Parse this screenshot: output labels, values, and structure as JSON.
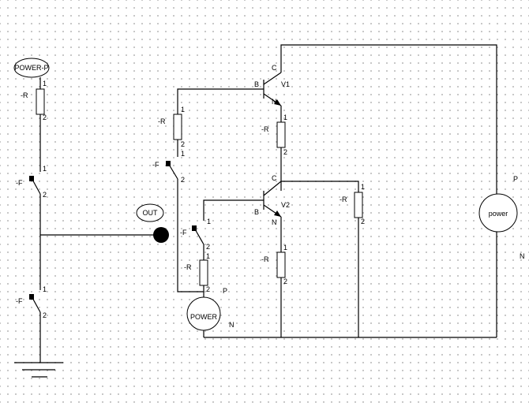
{
  "labels": {
    "power_p": "POWER-P",
    "out": "OUT",
    "power_main": "POWER",
    "power_right": "power",
    "resistor": "-R",
    "switch": "-F",
    "pin1": "1",
    "pin2": "2",
    "base": "B",
    "collector": "C",
    "emitter": "N",
    "v1": "V1",
    "v2": "V2",
    "p": "P",
    "n": "N"
  }
}
